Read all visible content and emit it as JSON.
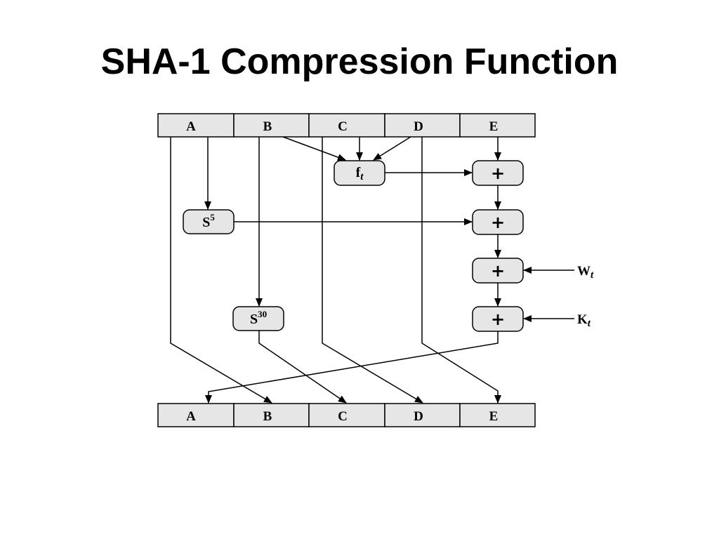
{
  "title": "SHA-1 Compression Function",
  "colors": {
    "box_fill": "#e6e6e6",
    "stroke": "#000000",
    "background": "#ffffff"
  },
  "registers_in": [
    "A",
    "B",
    "C",
    "D",
    "E"
  ],
  "registers_out": [
    "A",
    "B",
    "C",
    "D",
    "E"
  ],
  "ops": {
    "f": {
      "base": "f",
      "sub": "t"
    },
    "s5": {
      "base": "S",
      "sup": "5"
    },
    "s30": {
      "base": "S",
      "sup": "30"
    },
    "adder_symbol": "+"
  },
  "inputs": {
    "w": {
      "base": "W",
      "sub": "t"
    },
    "k": {
      "base": "K",
      "sub": "t"
    }
  }
}
